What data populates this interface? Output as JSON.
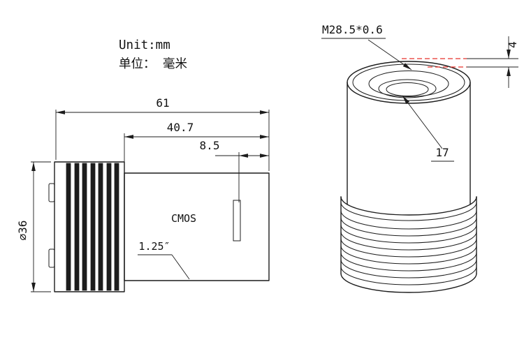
{
  "notes": {
    "unit_en": "Unit:mm",
    "unit_zh": "单位： 毫米"
  },
  "side_view": {
    "overall_length": "61",
    "barrel_length": "40.7",
    "back_focus": "8.5",
    "body_diameter": "∅36",
    "sensor_label": "CMOS",
    "nosepiece_label": "1.25″"
  },
  "front_view": {
    "thread_spec": "M28.5*0.6",
    "bore_diameter": "17",
    "thread_depth": "4"
  },
  "colors": {
    "line": "#1c1c1c",
    "accent_red": "#e8312b",
    "background": "#ffffff"
  }
}
